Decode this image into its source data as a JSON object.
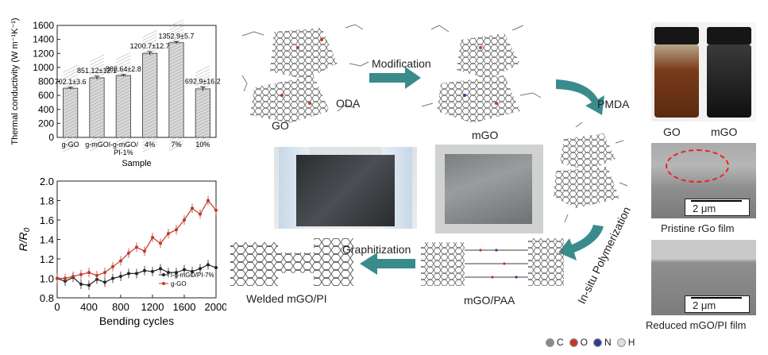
{
  "chart_data": [
    {
      "type": "bar",
      "ylabel": "Thermal conductivity (W m⁻¹K⁻¹)",
      "xlabel": "Sample",
      "ylim": [
        0,
        1600
      ],
      "yticks": [
        "0",
        "200",
        "400",
        "600",
        "800",
        "1000",
        "1200",
        "1400",
        "1600"
      ],
      "categories": [
        "g-GO",
        "g-mGO",
        "l-g-mGO/\nPI-1%",
        "4%",
        "7%",
        "10%"
      ],
      "category_labels": [
        "g-GO",
        "g-mGO",
        "l-g-mGO/",
        "4%",
        "7%",
        "10%"
      ],
      "category_sublabel": "PI-1%",
      "values": [
        702.1,
        851.12,
        883.64,
        1200.7,
        1352.9,
        692.9
      ],
      "errors": [
        3.6,
        12.1,
        2.8,
        12.7,
        5.7,
        16.2
      ],
      "data_labels": [
        "702.1±3.6",
        "851.12±12.1",
        "883.64±2.8",
        "1200.7±12.7",
        "1352.9±5.7",
        "692.9±16.2"
      ]
    },
    {
      "type": "line",
      "ylabel_main": "R",
      "ylabel_sub": "R",
      "ylabel_sub_index": "0",
      "xlabel": "Bending cycles",
      "xlim": [
        0,
        2000
      ],
      "ylim": [
        0.8,
        2.0
      ],
      "xticks": [
        "0",
        "400",
        "800",
        "1200",
        "1600",
        "2000"
      ],
      "yticks": [
        "0.8",
        "1.0",
        "1.2",
        "1.4",
        "1.6",
        "1.8",
        "2.0"
      ],
      "x": [
        0,
        100,
        200,
        300,
        400,
        500,
        600,
        700,
        800,
        900,
        1000,
        1100,
        1200,
        1300,
        1400,
        1500,
        1600,
        1700,
        1800,
        1900,
        2000
      ],
      "series": [
        {
          "name": "l-g-mGO/PI-7%",
          "color": "#222222",
          "values": [
            1.0,
            0.97,
            1.01,
            0.94,
            0.93,
            0.99,
            0.96,
            1.0,
            1.02,
            1.05,
            1.05,
            1.08,
            1.07,
            1.1,
            1.06,
            1.06,
            1.09,
            1.07,
            1.1,
            1.14,
            1.11
          ]
        },
        {
          "name": "g-GO",
          "color": "#c0392b",
          "values": [
            1.0,
            1.0,
            1.02,
            1.04,
            1.06,
            1.03,
            1.06,
            1.12,
            1.18,
            1.26,
            1.32,
            1.28,
            1.42,
            1.36,
            1.46,
            1.5,
            1.6,
            1.72,
            1.66,
            1.8,
            1.7
          ]
        }
      ]
    }
  ],
  "labels": {
    "go": "GO",
    "oda": "ODA",
    "modification": "Modification",
    "mgo_top": "mGO",
    "pmda": "PMDA",
    "insitu": "In-situ Polymerization",
    "mgo_paa": "mGO/PAA",
    "graphitization": "Graphitization",
    "welded": "Welded mGO/PI",
    "vial_go": "GO",
    "vial_mgo": "mGO",
    "scale1": "2 μm",
    "scale2": "2 μm",
    "pristine": "Pristine rGo film",
    "reduced": "Reduced mGO/PI film"
  },
  "atom_legend": [
    {
      "symbol": "C",
      "color": "#8a8a8a"
    },
    {
      "symbol": "O",
      "color": "#c0392b"
    },
    {
      "symbol": "N",
      "color": "#2c3e8f"
    },
    {
      "symbol": "H",
      "color": "#dddddd"
    }
  ]
}
